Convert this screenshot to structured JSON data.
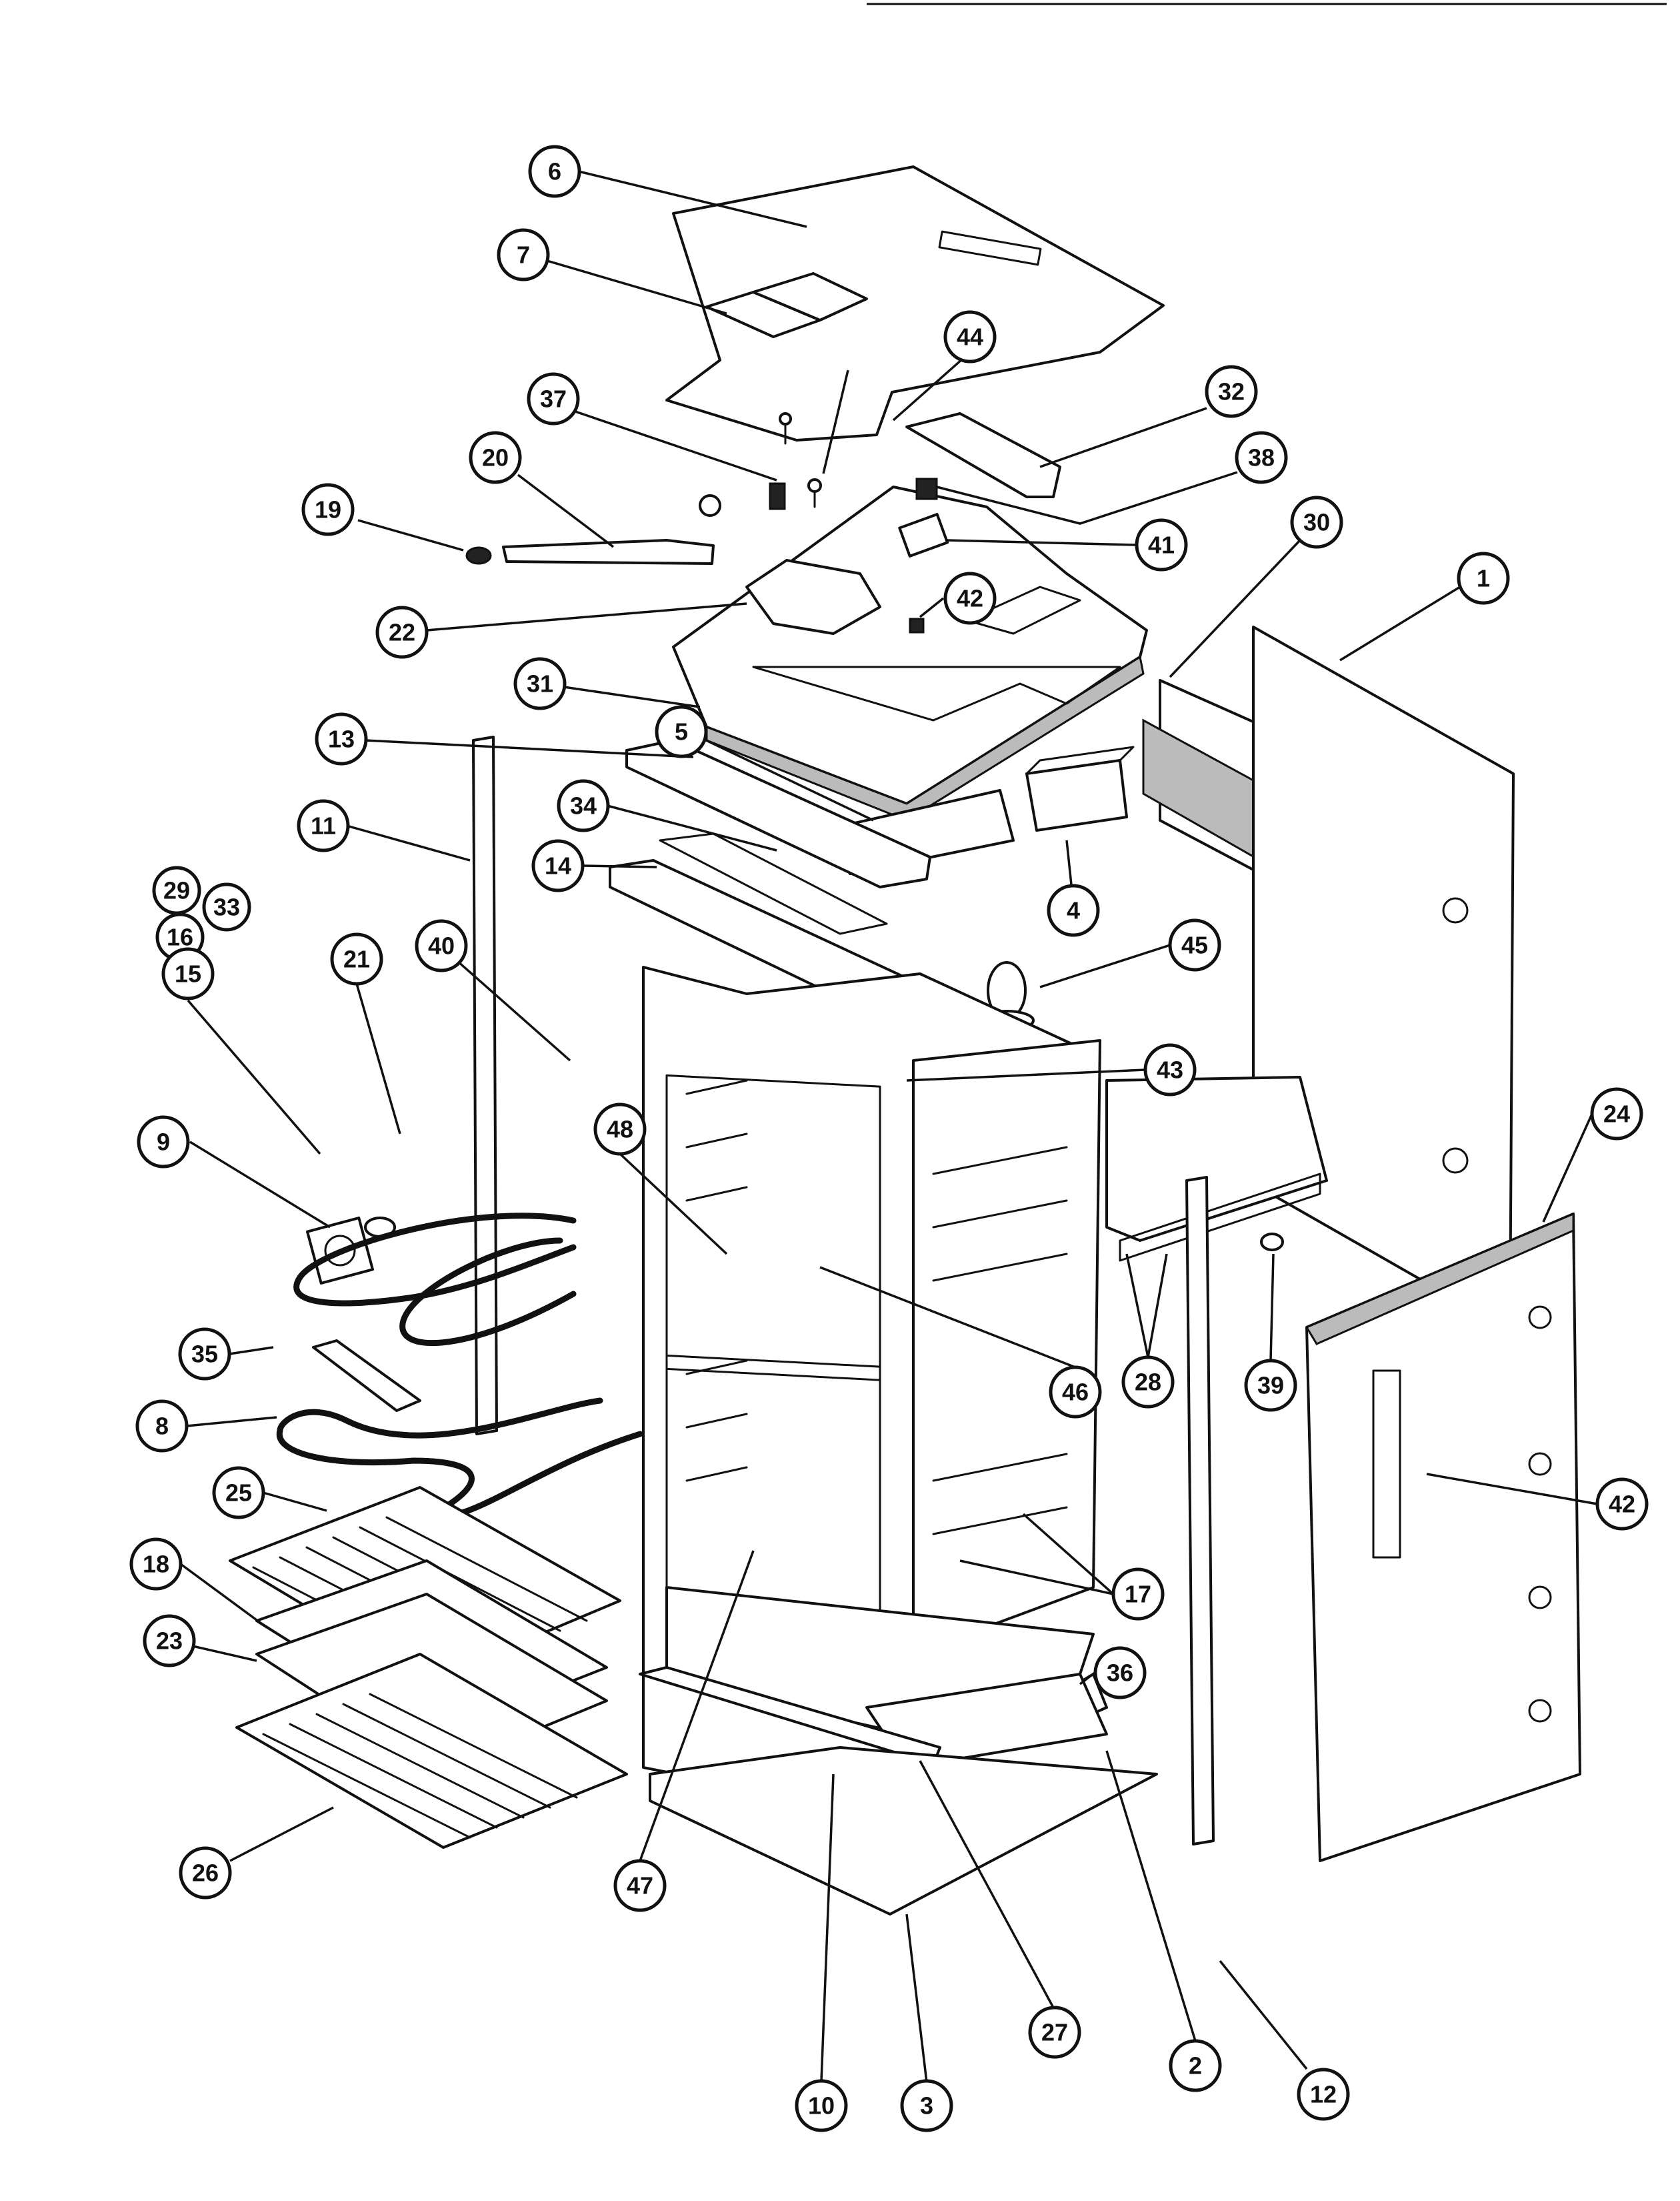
{
  "diagram": {
    "callouts": [
      {
        "id": "c6",
        "label": "6"
      },
      {
        "id": "c7",
        "label": "7"
      },
      {
        "id": "c44",
        "label": "44"
      },
      {
        "id": "c37",
        "label": "37"
      },
      {
        "id": "c32",
        "label": "32"
      },
      {
        "id": "c20",
        "label": "20"
      },
      {
        "id": "c38",
        "label": "38"
      },
      {
        "id": "c19",
        "label": "19"
      },
      {
        "id": "c41",
        "label": "41"
      },
      {
        "id": "c30",
        "label": "30"
      },
      {
        "id": "c1",
        "label": "1"
      },
      {
        "id": "c42a",
        "label": "42"
      },
      {
        "id": "c22",
        "label": "22"
      },
      {
        "id": "c31",
        "label": "31"
      },
      {
        "id": "c13",
        "label": "13"
      },
      {
        "id": "c5",
        "label": "5"
      },
      {
        "id": "c34",
        "label": "34"
      },
      {
        "id": "c11",
        "label": "11"
      },
      {
        "id": "c14",
        "label": "14"
      },
      {
        "id": "c4",
        "label": "4"
      },
      {
        "id": "c29",
        "label": "29"
      },
      {
        "id": "c33",
        "label": "33"
      },
      {
        "id": "c16",
        "label": "16"
      },
      {
        "id": "c40",
        "label": "40"
      },
      {
        "id": "c45",
        "label": "45"
      },
      {
        "id": "c15",
        "label": "15"
      },
      {
        "id": "c21",
        "label": "21"
      },
      {
        "id": "c43",
        "label": "43"
      },
      {
        "id": "c24",
        "label": "24"
      },
      {
        "id": "c9",
        "label": "9"
      },
      {
        "id": "c48",
        "label": "48"
      },
      {
        "id": "c46",
        "label": "46"
      },
      {
        "id": "c28",
        "label": "28"
      },
      {
        "id": "c35",
        "label": "35"
      },
      {
        "id": "c39",
        "label": "39"
      },
      {
        "id": "c8",
        "label": "8"
      },
      {
        "id": "c42b",
        "label": "42"
      },
      {
        "id": "c25",
        "label": "25"
      },
      {
        "id": "c17",
        "label": "17"
      },
      {
        "id": "c18",
        "label": "18"
      },
      {
        "id": "c23",
        "label": "23"
      },
      {
        "id": "c36",
        "label": "36"
      },
      {
        "id": "c26",
        "label": "26"
      },
      {
        "id": "c47",
        "label": "47"
      },
      {
        "id": "c12",
        "label": "12"
      },
      {
        "id": "c2",
        "label": "2"
      },
      {
        "id": "c27",
        "label": "27"
      },
      {
        "id": "c3",
        "label": "3"
      },
      {
        "id": "c10",
        "label": "10"
      }
    ]
  }
}
